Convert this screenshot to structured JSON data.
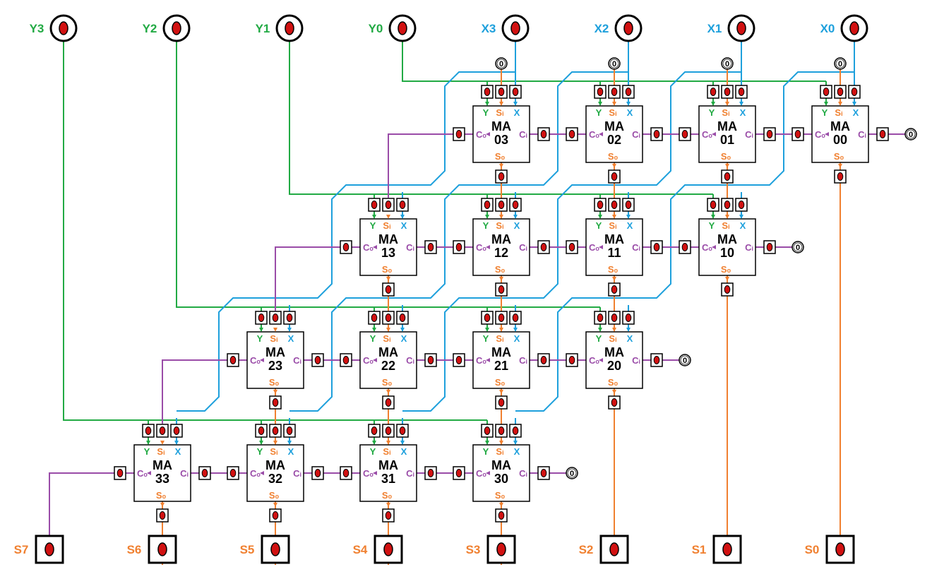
{
  "colors": {
    "y_wire": "#22aa44",
    "x_wire": "#1ea0dc",
    "sum_wire": "#f08030",
    "carry_wire": "#9a4ca8",
    "led": "#d11111",
    "ink": "#000000"
  },
  "inputs_y": [
    {
      "label": "Y3"
    },
    {
      "label": "Y2"
    },
    {
      "label": "Y1"
    },
    {
      "label": "Y0"
    }
  ],
  "inputs_x": [
    {
      "label": "X3"
    },
    {
      "label": "X2"
    },
    {
      "label": "X1"
    },
    {
      "label": "X0"
    }
  ],
  "outputs": [
    {
      "label": "S7"
    },
    {
      "label": "S6"
    },
    {
      "label": "S5"
    },
    {
      "label": "S4"
    },
    {
      "label": "S3"
    },
    {
      "label": "S2"
    },
    {
      "label": "S1"
    },
    {
      "label": "S0"
    }
  ],
  "module": {
    "name": "MA",
    "pin_y": "Y",
    "pin_s": "S",
    "pin_s_in_sub": "i",
    "pin_x": "X",
    "pin_c": "C",
    "pin_c_out_sub": "o",
    "pin_c_in_sub": "i",
    "pin_s_out_sub": "o",
    "zero": "0"
  },
  "modules": [
    {
      "row": 0,
      "col": 0,
      "id": "00"
    },
    {
      "row": 0,
      "col": 1,
      "id": "01"
    },
    {
      "row": 0,
      "col": 2,
      "id": "02"
    },
    {
      "row": 0,
      "col": 3,
      "id": "03"
    },
    {
      "row": 1,
      "col": 0,
      "id": "10"
    },
    {
      "row": 1,
      "col": 1,
      "id": "11"
    },
    {
      "row": 1,
      "col": 2,
      "id": "12"
    },
    {
      "row": 1,
      "col": 3,
      "id": "13"
    },
    {
      "row": 2,
      "col": 0,
      "id": "20"
    },
    {
      "row": 2,
      "col": 1,
      "id": "21"
    },
    {
      "row": 2,
      "col": 2,
      "id": "22"
    },
    {
      "row": 2,
      "col": 3,
      "id": "23"
    },
    {
      "row": 3,
      "col": 0,
      "id": "30"
    },
    {
      "row": 3,
      "col": 1,
      "id": "31"
    },
    {
      "row": 3,
      "col": 2,
      "id": "32"
    },
    {
      "row": 3,
      "col": 3,
      "id": "33"
    }
  ]
}
